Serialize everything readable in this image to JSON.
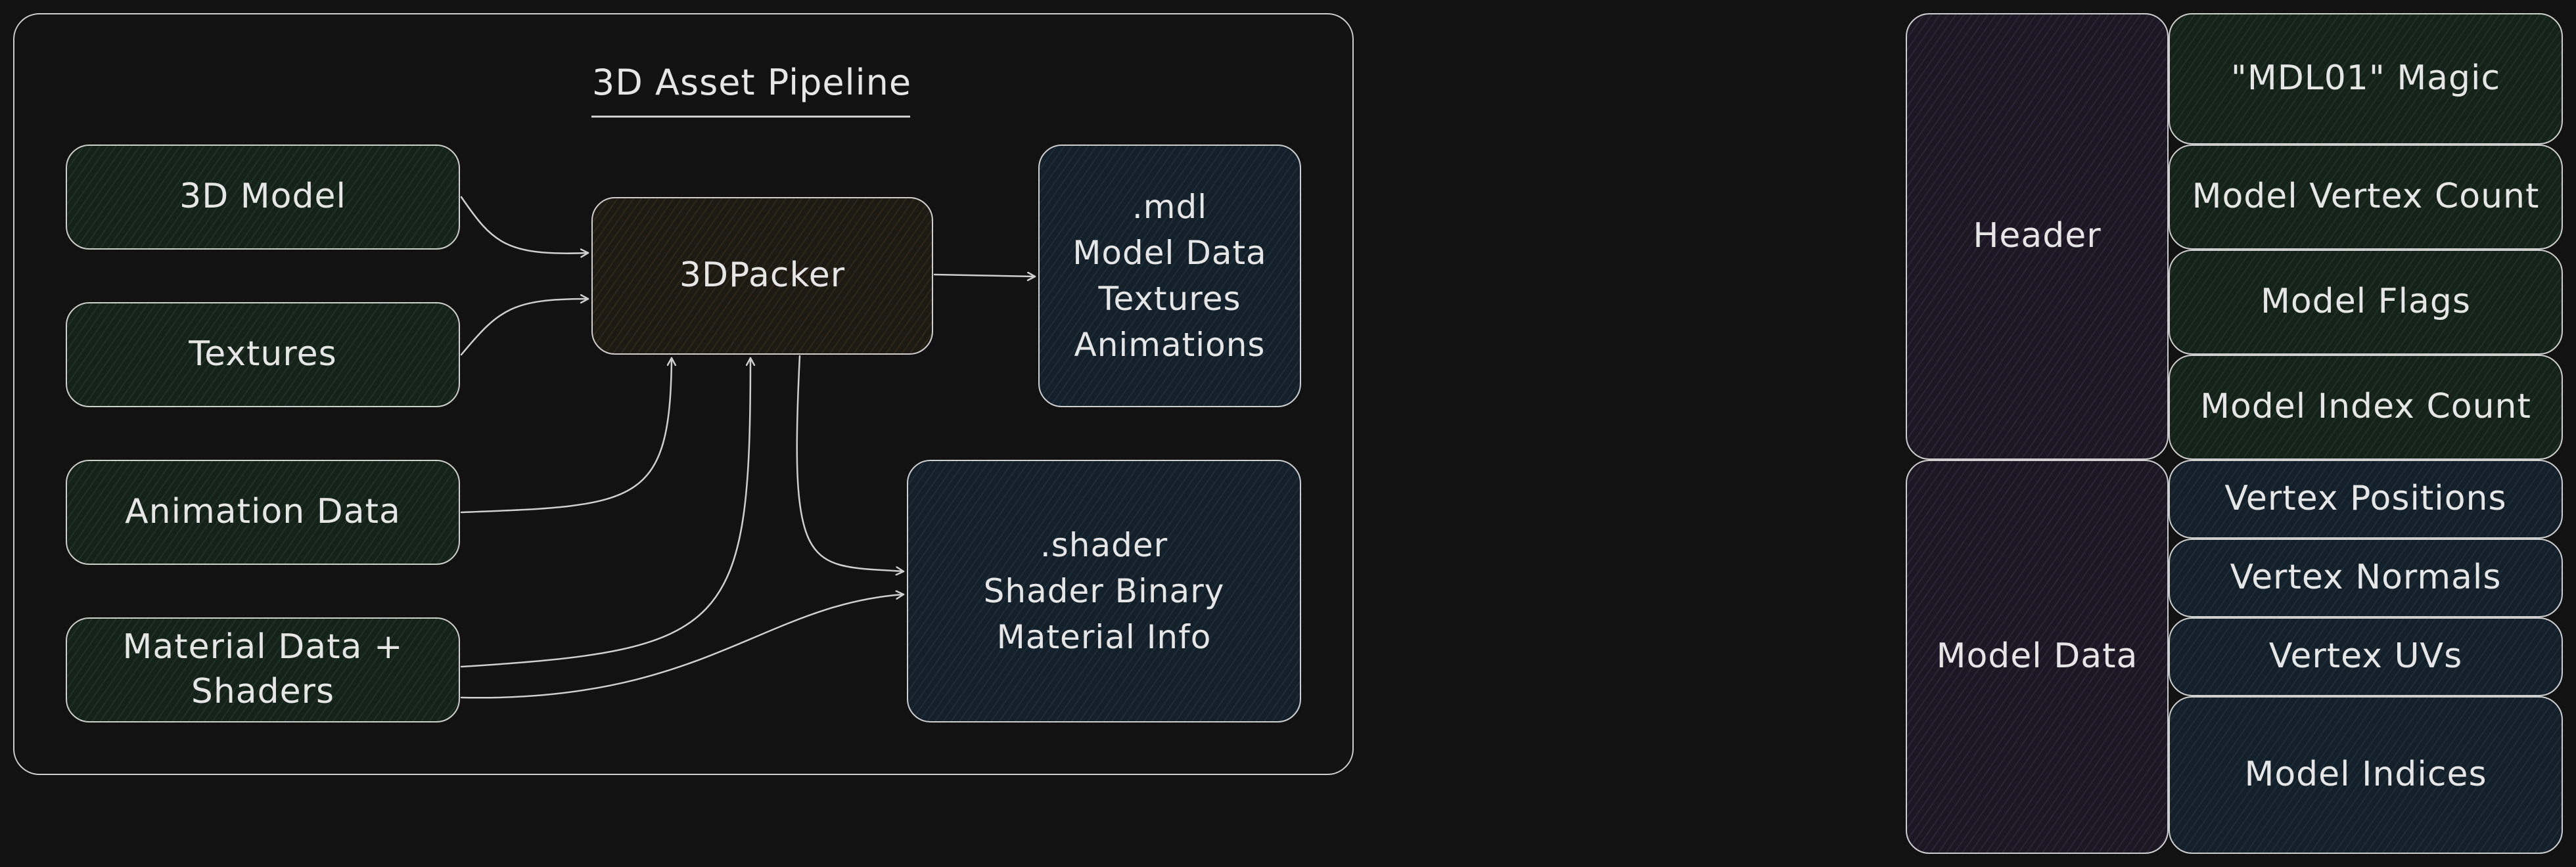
{
  "pipeline": {
    "title": "3D Asset Pipeline",
    "inputs": {
      "model": "3D Model",
      "textures": "Textures",
      "animation": "Animation Data",
      "material_line1": "Material Data +",
      "material_line2": "Shaders"
    },
    "packer": "3DPacker",
    "mdl_output": {
      "line1": ".mdl",
      "line2": "Model Data",
      "line3": "Textures",
      "line4": "Animations"
    },
    "shader_output": {
      "line1": ".shader",
      "line2": "Shader Binary",
      "line3": "Material Info"
    }
  },
  "file_layout": {
    "header_label": "Header",
    "header_fields": {
      "magic": "\"MDL01\" Magic",
      "vertex_count": "Model Vertex Count",
      "flags": "Model Flags",
      "index_count": "Model Index Count"
    },
    "data_label": "Model Data",
    "data_fields": {
      "positions": "Vertex Positions",
      "normals": "Vertex Normals",
      "uvs": "Vertex UVs",
      "indices": "Model Indices"
    }
  },
  "colors": {
    "background": "#121212",
    "stroke": "#cfcfcf",
    "input_fill": "#15221a",
    "packer_fill": "#1d1a13",
    "output_fill": "#142029",
    "section_fill": "#1b1823"
  }
}
